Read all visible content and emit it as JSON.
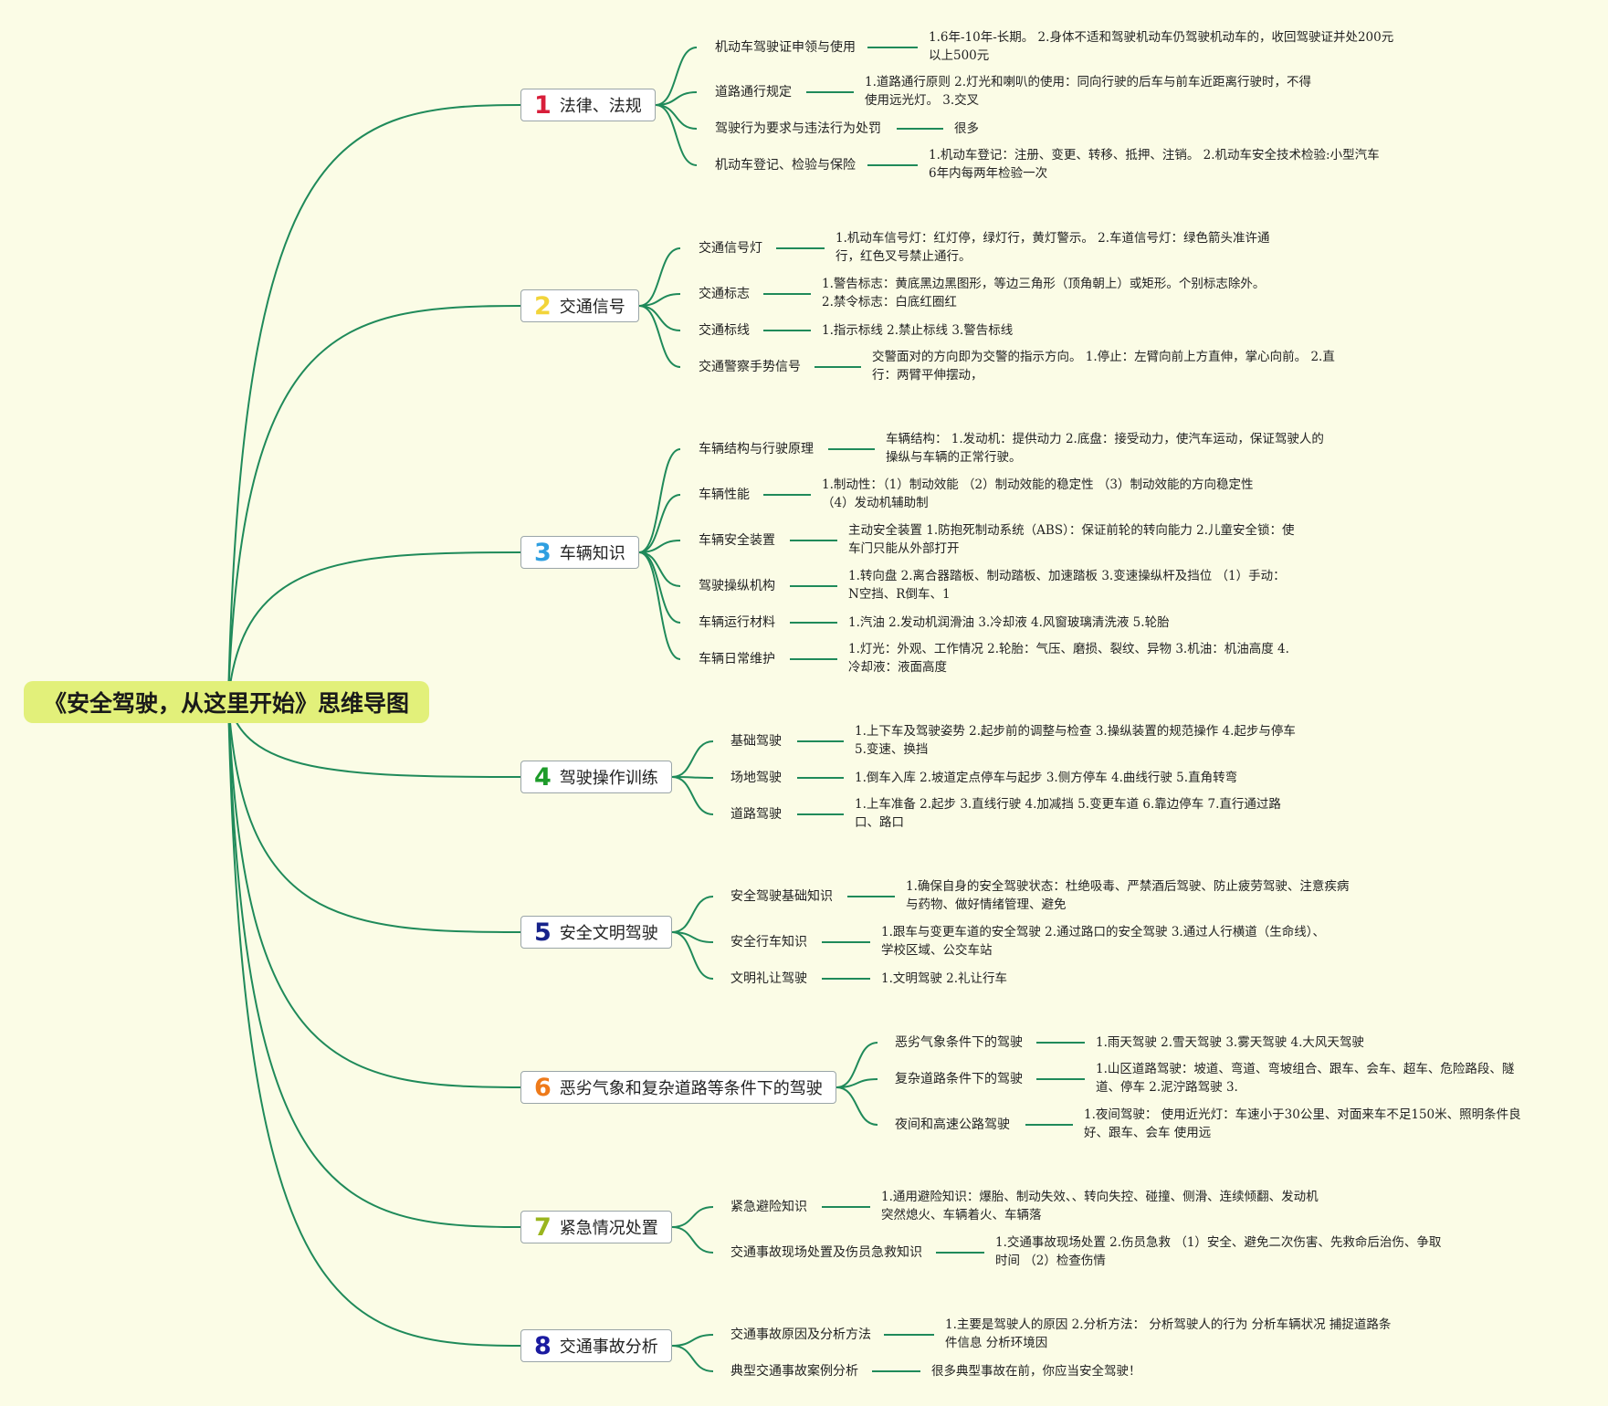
{
  "root": {
    "label": "《安全驾驶，从这里开始》思维导图",
    "color": "#e2f07a"
  },
  "link_color": "#1f8a5a",
  "branches": [
    {
      "number": "1",
      "number_color": "#d81e3a",
      "label": "法律、法规",
      "children": [
        {
          "label": "机动车驾驶证申领与使用",
          "detail": "1.6年-10年-长期。 2.身体不适和驾驶机动车仍驾驶机动车的，收回驾驶证并处200元以上500元"
        },
        {
          "label": "道路通行规定",
          "detail": "1.道路通行原则 2.灯光和喇叭的使用：同向行驶的后车与前车近距离行驶时，不得使用远光灯。 3.交叉"
        },
        {
          "label": "驾驶行为要求与违法行为处罚",
          "detail": "很多"
        },
        {
          "label": "机动车登记、检验与保险",
          "detail": "1.机动车登记：注册、变更、转移、抵押、注销。 2.机动车安全技术检验:小型汽车6年内每两年检验一次"
        }
      ]
    },
    {
      "number": "2",
      "number_color": "#f2d43a",
      "label": "交通信号",
      "children": [
        {
          "label": "交通信号灯",
          "detail": "1.机动车信号灯：红灯停，绿灯行，黄灯警示。 2.车道信号灯：绿色箭头准许通行，红色叉号禁止通行。"
        },
        {
          "label": "交通标志",
          "detail": "1.警告标志：黄底黑边黑图形，等边三角形（顶角朝上）或矩形。个别标志除外。 2.禁令标志：白底红圈红"
        },
        {
          "label": "交通标线",
          "detail": "1.指示标线 2.禁止标线 3.警告标线"
        },
        {
          "label": "交通警察手势信号",
          "detail": "交警面对的方向即为交警的指示方向。 1.停止：左臂向前上方直伸，掌心向前。 2.直行：两臂平伸摆动，"
        }
      ]
    },
    {
      "number": "3",
      "number_color": "#2f9fe0",
      "label": "车辆知识",
      "children": [
        {
          "label": "车辆结构与行驶原理",
          "detail": "车辆结构： 1.发动机：提供动力 2.底盘：接受动力，使汽车运动，保证驾驶人的操纵与车辆的正常行驶。"
        },
        {
          "label": "车辆性能",
          "detail": "1.制动性：（1）制动效能 （2）制动效能的稳定性 （3）制动效能的方向稳定性 （4）发动机辅助制"
        },
        {
          "label": "车辆安全装置",
          "detail": "主动安全装置 1.防抱死制动系统（ABS）：保证前轮的转向能力 2.儿童安全锁：使车门只能从外部打开"
        },
        {
          "label": "驾驶操纵机构",
          "detail": "1.转向盘 2.离合器踏板、制动踏板、加速踏板 3.变速操纵杆及挡位 （1）手动：N空挡、R倒车、1"
        },
        {
          "label": "车辆运行材料",
          "detail": "1.汽油 2.发动机润滑油 3.冷却液 4.风窗玻璃清洗液 5.轮胎"
        },
        {
          "label": "车辆日常维护",
          "detail": "1.灯光：外观、工作情况 2.轮胎：气压、磨损、裂纹、异物 3.机油：机油高度 4.冷却液：液面高度"
        }
      ]
    },
    {
      "number": "4",
      "number_color": "#1e9b2a",
      "label": "驾驶操作训练",
      "children": [
        {
          "label": "基础驾驶",
          "detail": "1.上下车及驾驶姿势 2.起步前的调整与检查 3.操纵装置的规范操作 4.起步与停车 5.变速、换挡"
        },
        {
          "label": "场地驾驶",
          "detail": "1.倒车入库 2.坡道定点停车与起步 3.侧方停车 4.曲线行驶 5.直角转弯"
        },
        {
          "label": "道路驾驶",
          "detail": "1.上车准备 2.起步 3.直线行驶 4.加减挡 5.变更车道 6.靠边停车 7.直行通过路口、路口"
        }
      ]
    },
    {
      "number": "5",
      "number_color": "#16228a",
      "label": "安全文明驾驶",
      "children": [
        {
          "label": "安全驾驶基础知识",
          "detail": "1.确保自身的安全驾驶状态：杜绝吸毒、严禁酒后驾驶、防止疲劳驾驶、注意疾病与药物、做好情绪管理、避免"
        },
        {
          "label": "安全行车知识",
          "detail": "1.跟车与变更车道的安全驾驶 2.通过路口的安全驾驶 3.通过人行横道（生命线）、学校区域、公交车站"
        },
        {
          "label": "文明礼让驾驶",
          "detail": "1.文明驾驶 2.礼让行车"
        }
      ]
    },
    {
      "number": "6",
      "number_color": "#ee7a1a",
      "label": "恶劣气象和复杂道路等条件下的驾驶",
      "children": [
        {
          "label": "恶劣气象条件下的驾驶",
          "detail": "1.雨天驾驶 2.雪天驾驶 3.雾天驾驶 4.大风天驾驶"
        },
        {
          "label": "复杂道路条件下的驾驶",
          "detail": "1.山区道路驾驶：坡道、弯道、弯坡组合、跟车、会车、超车、危险路段、隧道、停车 2.泥泞路驾驶 3."
        },
        {
          "label": "夜间和高速公路驾驶",
          "detail": "1.夜间驾驶： 使用近光灯：车速小于30公里、对面来车不足150米、照明条件良好、跟车、会车 使用远"
        }
      ]
    },
    {
      "number": "7",
      "number_color": "#9ab51e",
      "label": "紧急情况处置",
      "children": [
        {
          "label": "紧急避险知识",
          "detail": "1.通用避险知识：爆胎、制动失效、、转向失控、碰撞、侧滑、连续倾翻、发动机突然熄火、车辆着火、车辆落"
        },
        {
          "label": "交通事故现场处置及伤员急救知识",
          "detail": "1.交通事故现场处置 2.伤员急救 （1）安全、避免二次伤害、先救命后治伤、争取时间 （2）检查伤情"
        }
      ]
    },
    {
      "number": "8",
      "number_color": "#1a1aa0",
      "label": "交通事故分析",
      "children": [
        {
          "label": "交通事故原因及分析方法",
          "detail": "1.主要是驾驶人的原因 2.分析方法： 分析驾驶人的行为 分析车辆状况 捕捉道路条件信息 分析环境因"
        },
        {
          "label": "典型交通事故案例分析",
          "detail": "很多典型事故在前，你应当安全驾驶！"
        }
      ]
    }
  ]
}
